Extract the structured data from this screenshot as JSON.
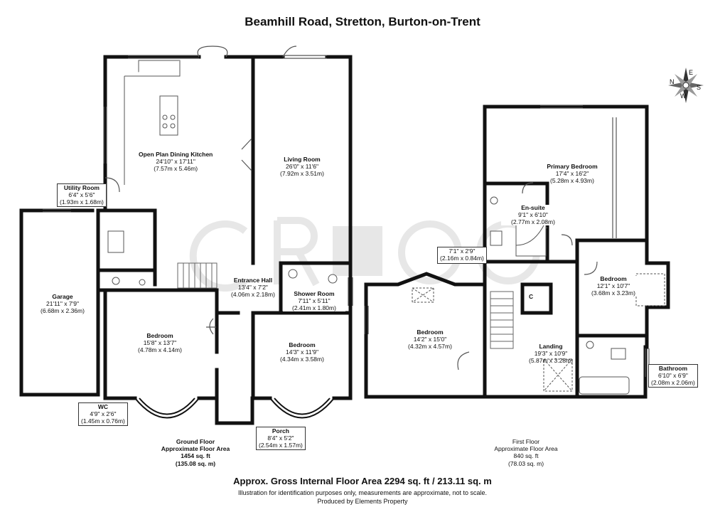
{
  "title": "Beamhill Road, Stretton, Burton-on-Trent",
  "watermark": "CR",
  "compass": {
    "letters": [
      "N",
      "E",
      "S",
      "W"
    ]
  },
  "rooms": [
    {
      "id": "open-plan-dining-kitchen",
      "name": "Open Plan Dining Kitchen",
      "imperial": "24'10\" x 17'11\"",
      "metric": "(7.57m x 5.46m)"
    },
    {
      "id": "living-room",
      "name": "Living Room",
      "imperial": "26'0\" x 11'6\"",
      "metric": "(7.92m x 3.51m)"
    },
    {
      "id": "utility-room",
      "name": "Utility Room",
      "imperial": "6'4\" x 5'6\"",
      "metric": "(1.93m x 1.68m)"
    },
    {
      "id": "garage",
      "name": "Garage",
      "imperial": "21'11\" x 7'9\"",
      "metric": "(6.68m x 2.36m)"
    },
    {
      "id": "entrance-hall",
      "name": "Entrance Hall",
      "imperial": "13'4\" x 7'2\"",
      "metric": "(4.06m x 2.18m)"
    },
    {
      "id": "shower-room",
      "name": "Shower Room",
      "imperial": "7'11\" x 5'11\"",
      "metric": "(2.41m x 1.80m)"
    },
    {
      "id": "bedroom-ground-left",
      "name": "Bedroom",
      "imperial": "15'8\" x 13'7\"",
      "metric": "(4.78m x 4.14m)"
    },
    {
      "id": "bedroom-ground-right",
      "name": "Bedroom",
      "imperial": "14'3\" x 11'9\"",
      "metric": "(4.34m x 3.58m)"
    },
    {
      "id": "wc",
      "name": "WC",
      "imperial": "4'9\" x 2'6\"",
      "metric": "(1.45m x 0.76m)"
    },
    {
      "id": "porch",
      "name": "Porch",
      "imperial": "8'4\" x 5'2\"",
      "metric": "(2.54m x 1.57m)"
    },
    {
      "id": "primary-bedroom",
      "name": "Primary Bedroom",
      "imperial": "17'4\" x 16'2\"",
      "metric": "(5.28m x 4.93m)"
    },
    {
      "id": "en-suite",
      "name": "En-suite",
      "imperial": "9'1\" x 6'10\"",
      "metric": "(2.77m x 2.08m)"
    },
    {
      "id": "first-cupboard",
      "name": "",
      "imperial": "7'1\" x 2'9\"",
      "metric": "(2.16m x 0.84m)"
    },
    {
      "id": "bedroom-first-right",
      "name": "Bedroom",
      "imperial": "12'1\" x 10'7\"",
      "metric": "(3.68m x 3.23m)"
    },
    {
      "id": "bedroom-first-left",
      "name": "Bedroom",
      "imperial": "14'2\" x 15'0\"",
      "metric": "(4.32m x 4.57m)"
    },
    {
      "id": "landing",
      "name": "Landing",
      "imperial": "19'3\" x 10'9\"",
      "metric": "(5.87m x 3.28m)"
    },
    {
      "id": "bathroom",
      "name": "Bathroom",
      "imperial": "6'10\" x 6'9\"",
      "metric": "(2.08m x 2.06m)"
    }
  ],
  "cupboard_label": "C",
  "floors": [
    {
      "id": "ground",
      "name": "Ground Floor",
      "area_label": "Approximate Floor Area",
      "area_imperial": "1454 sq. ft",
      "area_metric": "(135.08 sq. m)"
    },
    {
      "id": "first",
      "name": "First Floor",
      "area_label": "Approximate Floor Area",
      "area_imperial": "840 sq. ft",
      "area_metric": "(78.03 sq. m)"
    }
  ],
  "gross_area": "Approx. Gross Internal Floor Area 2294 sq. ft / 213.11 sq. m",
  "disclaimer": "Illustration for identification purposes only, measurements are approximate, not to scale.",
  "produced_by": "Produced by Elements Property",
  "colors": {
    "wall": "#111111",
    "line": "#444444",
    "watermark": "#cfcfcf"
  }
}
